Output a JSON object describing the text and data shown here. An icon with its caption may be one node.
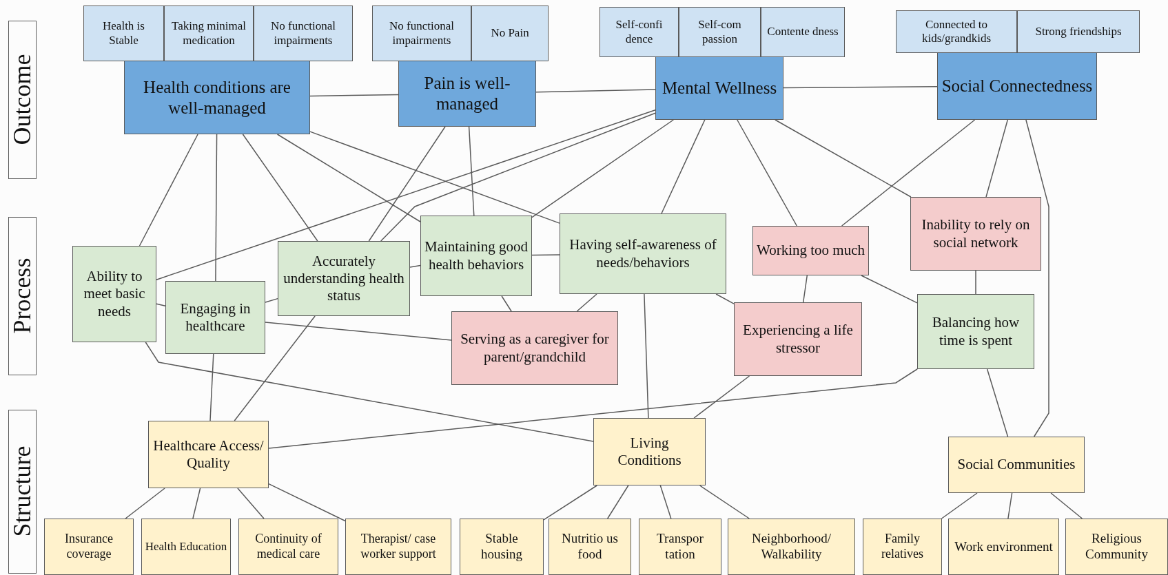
{
  "diagram": {
    "nodes": [
      {
        "text": [
          "Outcome"
        ]
      },
      {
        "text": [
          "Process"
        ]
      },
      {
        "text": [
          "Structure"
        ]
      },
      {
        "text": [
          "Health is Stable"
        ]
      },
      {
        "text": [
          "Taking minimal medication"
        ]
      },
      {
        "text": [
          "No functional impairments"
        ]
      },
      {
        "text": [
          "No functional impairments"
        ]
      },
      {
        "text": [
          "No Pain"
        ]
      },
      {
        "text": [
          "Self-confi dence"
        ]
      },
      {
        "text": [
          "Self-com passion"
        ]
      },
      {
        "text": [
          "Contente dness"
        ]
      },
      {
        "text": [
          "Connected to kids/grandkids"
        ]
      },
      {
        "text": [
          "Strong friendships"
        ]
      },
      {
        "text": [
          "Health conditions are well-managed"
        ]
      },
      {
        "text": [
          "Pain is well-managed"
        ]
      },
      {
        "text": [
          "Mental Wellness"
        ]
      },
      {
        "text": [
          "Social Connectedness"
        ]
      },
      {
        "text": [
          "Ability to meet basic needs"
        ]
      },
      {
        "text": [
          "Engaging in healthcare"
        ]
      },
      {
        "text": [
          "Accurately understanding health status"
        ]
      },
      {
        "text": [
          "Maintaining good health behaviors"
        ]
      },
      {
        "text": [
          "Having self-awareness of needs/behaviors"
        ]
      },
      {
        "text": [
          "Working too much"
        ]
      },
      {
        "text": [
          "Inability to rely on social network"
        ]
      },
      {
        "text": [
          "Serving as a caregiver for parent/grandchild"
        ]
      },
      {
        "text": [
          "Experiencing a life stressor"
        ]
      },
      {
        "text": [
          "Balancing how time is spent"
        ]
      },
      {
        "text": [
          "Healthcare Access/ Quality"
        ]
      },
      {
        "text": [
          "Living Conditions"
        ]
      },
      {
        "text": [
          "Social Communities"
        ]
      },
      {
        "text": [
          "Insurance coverage"
        ]
      },
      {
        "text": [
          "Health Education"
        ]
      },
      {
        "text": [
          "Continuity of medical care"
        ]
      },
      {
        "text": [
          "Therapist/ case worker support"
        ]
      },
      {
        "text": [
          "Stable housing"
        ]
      },
      {
        "text": [
          "Nutritio us food"
        ]
      },
      {
        "text": [
          "Transpor tation"
        ]
      },
      {
        "text": [
          "Neighborhood/ Walkability"
        ]
      },
      {
        "text": [
          "Family relatives"
        ]
      },
      {
        "text": [
          "Work environment"
        ]
      },
      {
        "text": [
          "Religious Community"
        ]
      }
    ],
    "edges": [
      {
        "from": 13,
        "to": 14,
        "arrow": "none"
      },
      {
        "from": 14,
        "to": 15,
        "arrow": "none"
      },
      {
        "from": 15,
        "to": 16,
        "arrow": "none"
      },
      {
        "from": 13,
        "to": 17,
        "arrow": "none"
      },
      {
        "from": 13,
        "to": 18,
        "arrow": "none"
      },
      {
        "from": 13,
        "to": 19,
        "arrow": "none"
      },
      {
        "from": 13,
        "to": 20,
        "arrow": "none"
      },
      {
        "from": 13,
        "to": 21,
        "arrow": "none"
      },
      {
        "from": 14,
        "to": 19,
        "arrow": "none"
      },
      {
        "from": 14,
        "to": 20,
        "arrow": "none"
      },
      {
        "from": 15,
        "to": 17,
        "arrow": "none"
      },
      {
        "from": 15,
        "to": 19,
        "arrow": "none"
      },
      {
        "from": 15,
        "to": 20,
        "arrow": "none"
      },
      {
        "from": 15,
        "to": 21,
        "arrow": "none"
      },
      {
        "from": 15,
        "to": 22,
        "arrow": "none"
      },
      {
        "from": 15,
        "to": 23,
        "arrow": "none"
      },
      {
        "from": 16,
        "to": 22,
        "arrow": "none"
      },
      {
        "from": 16,
        "to": 23,
        "arrow": "none"
      },
      {
        "from": 16,
        "to": 29,
        "arrow": "none"
      },
      {
        "from": 17,
        "to": 18,
        "arrow": "none"
      },
      {
        "from": 18,
        "to": 19,
        "arrow": "none"
      },
      {
        "from": 19,
        "to": 20,
        "arrow": "none"
      },
      {
        "from": 20,
        "to": 21,
        "arrow": "none"
      },
      {
        "from": 20,
        "to": 24,
        "arrow": "none"
      },
      {
        "from": 21,
        "to": 24,
        "arrow": "none"
      },
      {
        "from": 18,
        "to": 24,
        "arrow": "none"
      },
      {
        "from": 21,
        "to": 25,
        "arrow": "none"
      },
      {
        "from": 22,
        "to": 25,
        "arrow": "none"
      },
      {
        "from": 22,
        "to": 26,
        "arrow": "none"
      },
      {
        "from": 23,
        "to": 26,
        "arrow": "none"
      },
      {
        "from": 17,
        "to": 28,
        "arrow": "none"
      },
      {
        "from": 18,
        "to": 27,
        "arrow": "none"
      },
      {
        "from": 19,
        "to": 27,
        "arrow": "none"
      },
      {
        "from": 26,
        "to": 27,
        "arrow": "none"
      },
      {
        "from": 21,
        "to": 28,
        "arrow": "none"
      },
      {
        "from": 25,
        "to": 28,
        "arrow": "none"
      },
      {
        "from": 26,
        "to": 29,
        "arrow": "none"
      },
      {
        "from": 27,
        "to": 30,
        "arrow": "none"
      },
      {
        "from": 27,
        "to": 31,
        "arrow": "none"
      },
      {
        "from": 27,
        "to": 32,
        "arrow": "none"
      },
      {
        "from": 27,
        "to": 33,
        "arrow": "none"
      },
      {
        "from": 28,
        "to": 34,
        "arrow": "none"
      },
      {
        "from": 28,
        "to": 35,
        "arrow": "none"
      },
      {
        "from": 28,
        "to": 36,
        "arrow": "none"
      },
      {
        "from": 28,
        "to": 37,
        "arrow": "none"
      },
      {
        "from": 29,
        "to": 38,
        "arrow": "none"
      },
      {
        "from": 29,
        "to": 39,
        "arrow": "none"
      },
      {
        "from": 29,
        "to": 40,
        "arrow": "none"
      }
    ]
  }
}
